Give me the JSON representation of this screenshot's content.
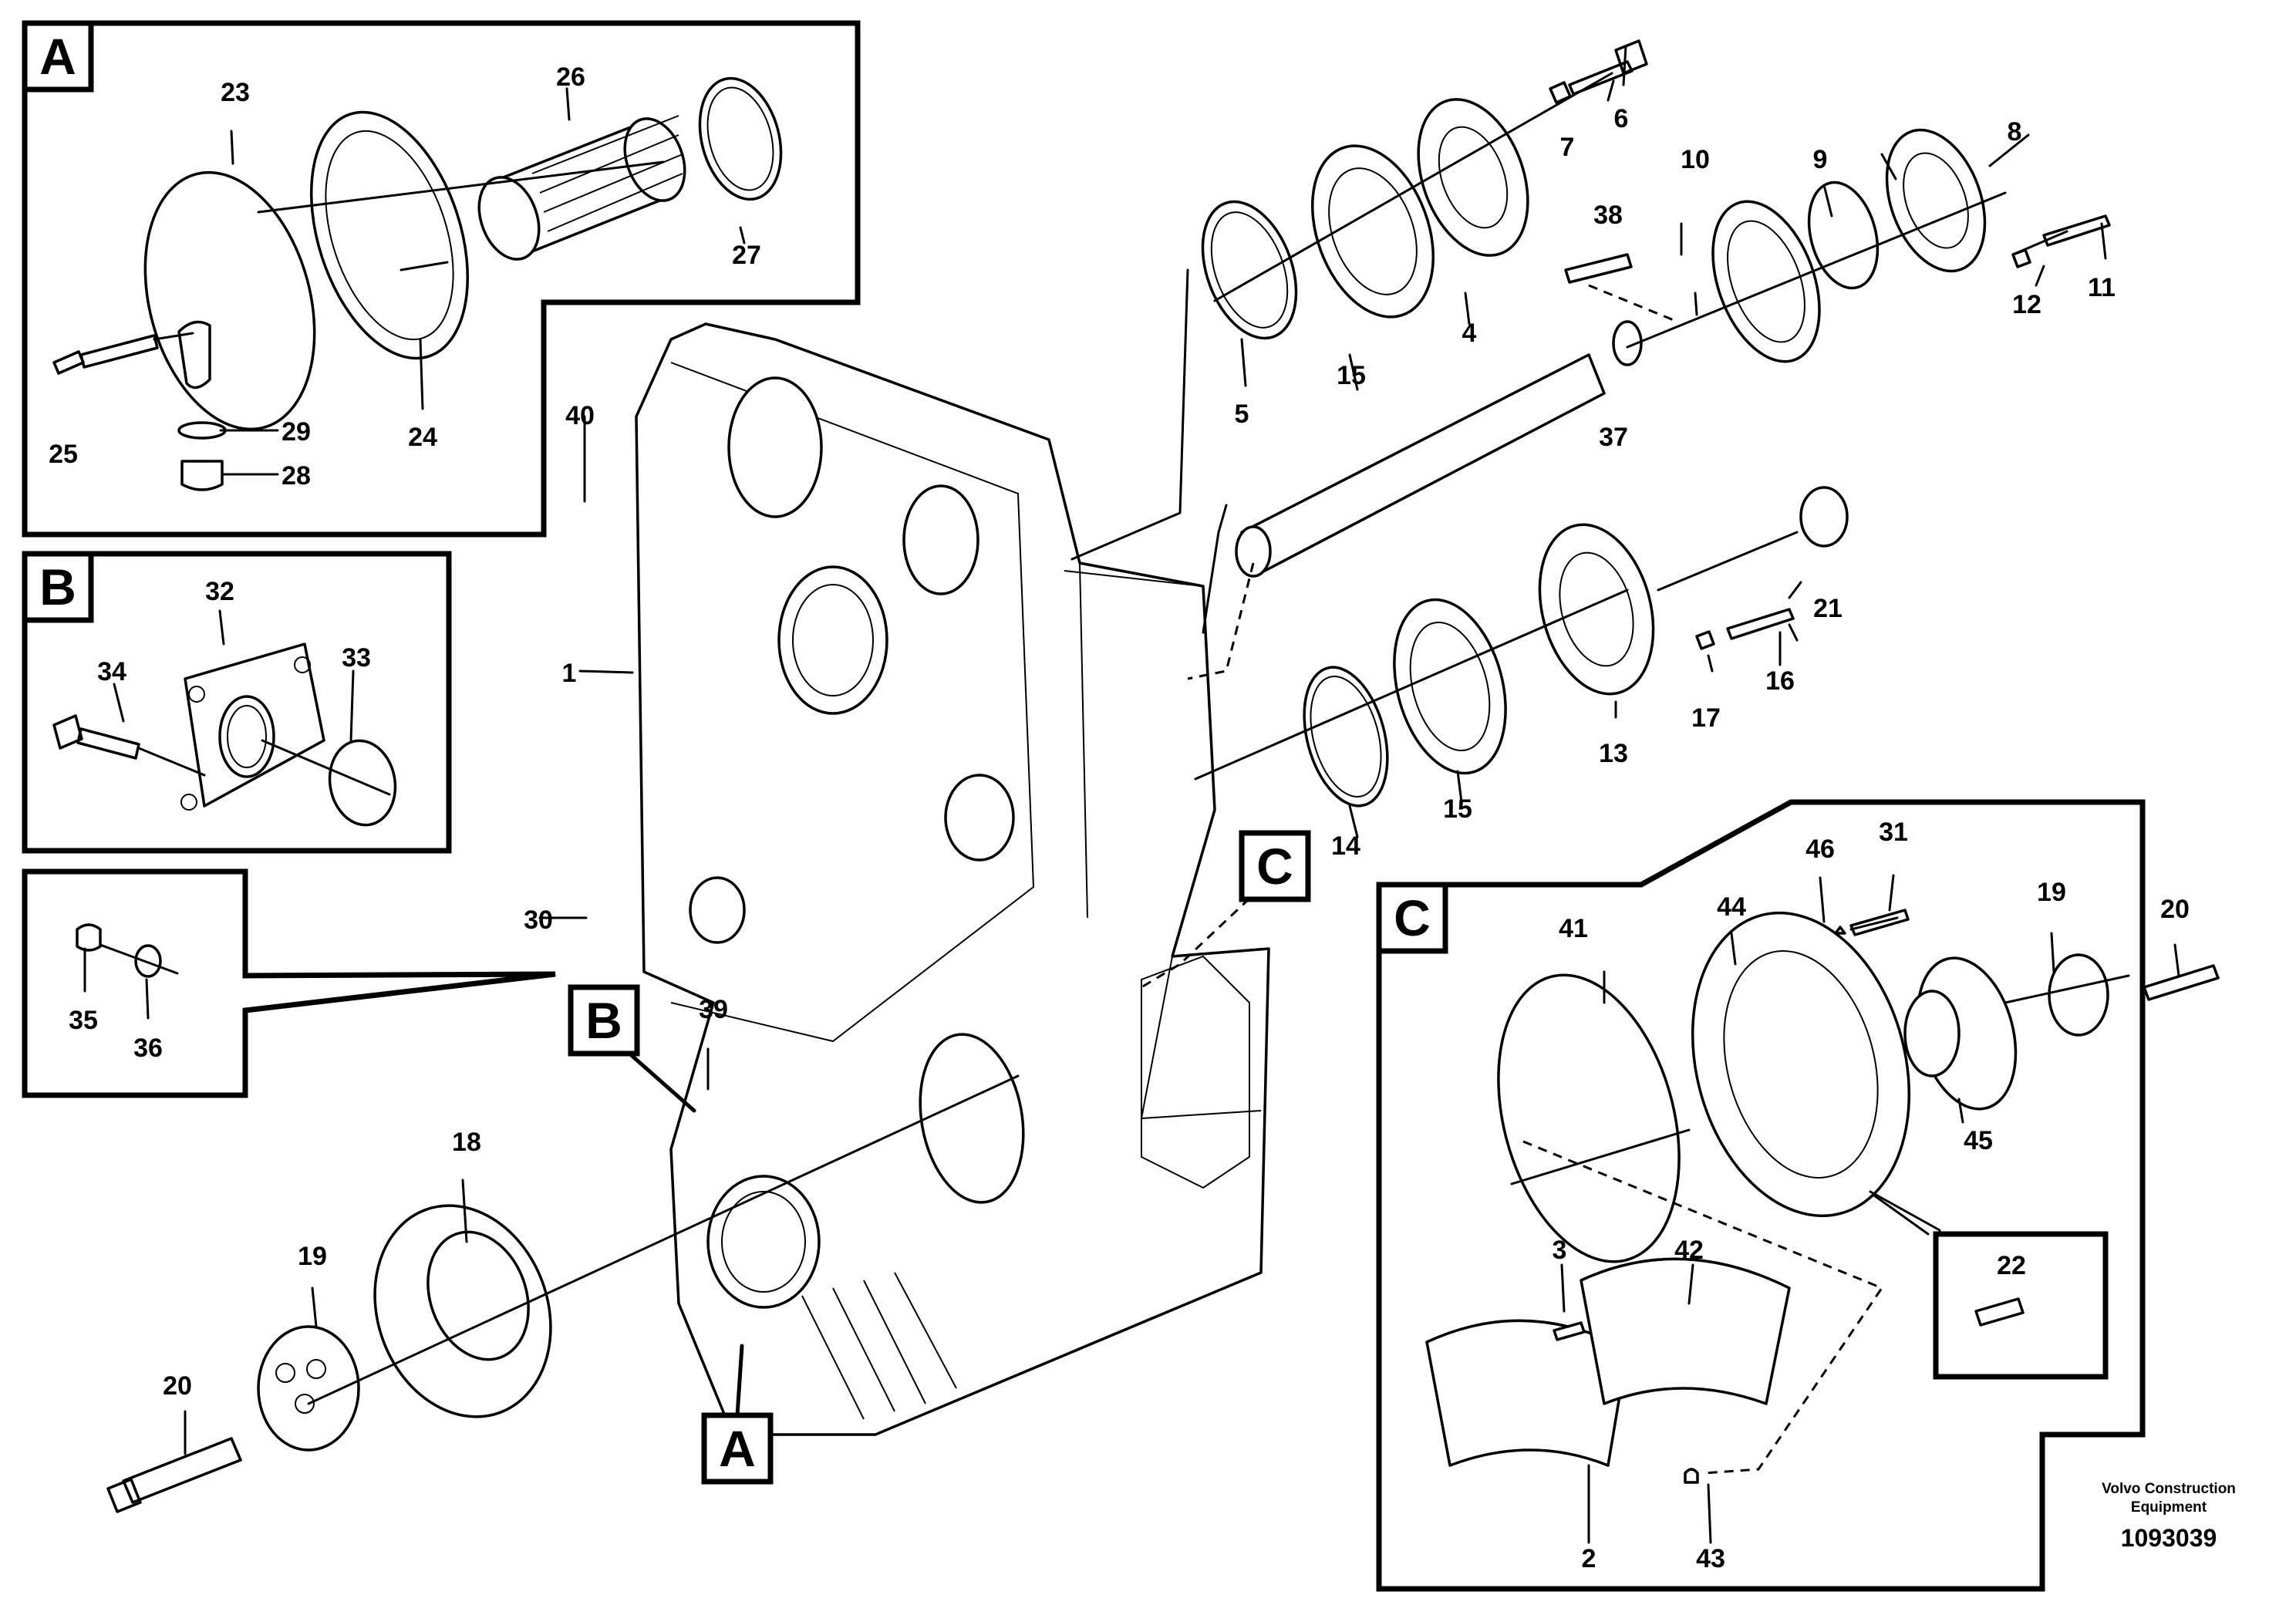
{
  "detail_tags": {
    "a": "A",
    "b": "B",
    "c": "C"
  },
  "callouts": {
    "p1": "1",
    "p2": "2",
    "p3": "3",
    "p4": "4",
    "p5": "5",
    "p6": "6",
    "p7": "7",
    "p8": "8",
    "p9": "9",
    "p10": "10",
    "p11": "11",
    "p12": "12",
    "p13": "13",
    "p14": "14",
    "p15a": "15",
    "p15b": "15",
    "p16": "16",
    "p17": "17",
    "p18": "18",
    "p19a": "19",
    "p19b": "19",
    "p20a": "20",
    "p20b": "20",
    "p21": "21",
    "p22": "22",
    "p23": "23",
    "p24": "24",
    "p25": "25",
    "p26": "26",
    "p27": "27",
    "p28": "28",
    "p29": "29",
    "p30": "30",
    "p31": "31",
    "p32": "32",
    "p33": "33",
    "p34": "34",
    "p35": "35",
    "p36": "36",
    "p37": "37",
    "p38": "38",
    "p39": "39",
    "p40": "40",
    "p41": "41",
    "p42": "42",
    "p43": "43",
    "p44": "44",
    "p45": "45",
    "p46": "46"
  },
  "footer": {
    "maker_line1": "Volvo Construction",
    "maker_line2": "Equipment",
    "drawing_number": "1093039"
  }
}
